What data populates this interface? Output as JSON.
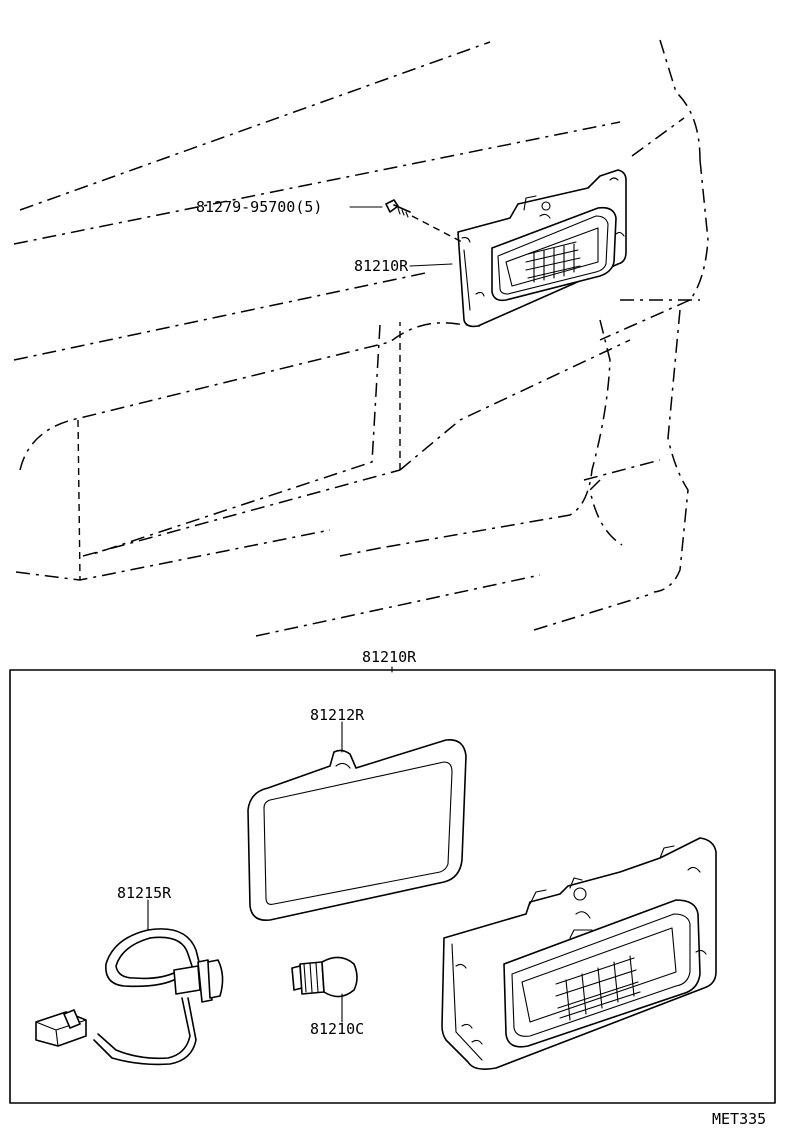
{
  "labels": {
    "screw_part": "81279-95700(5)",
    "lamp_assembly_top": "81210R",
    "lamp_assembly_box": "81210R",
    "gasket": "81212R",
    "socket_wire": "81215R",
    "bulb": "81210C",
    "diagram_code": "MET335"
  }
}
